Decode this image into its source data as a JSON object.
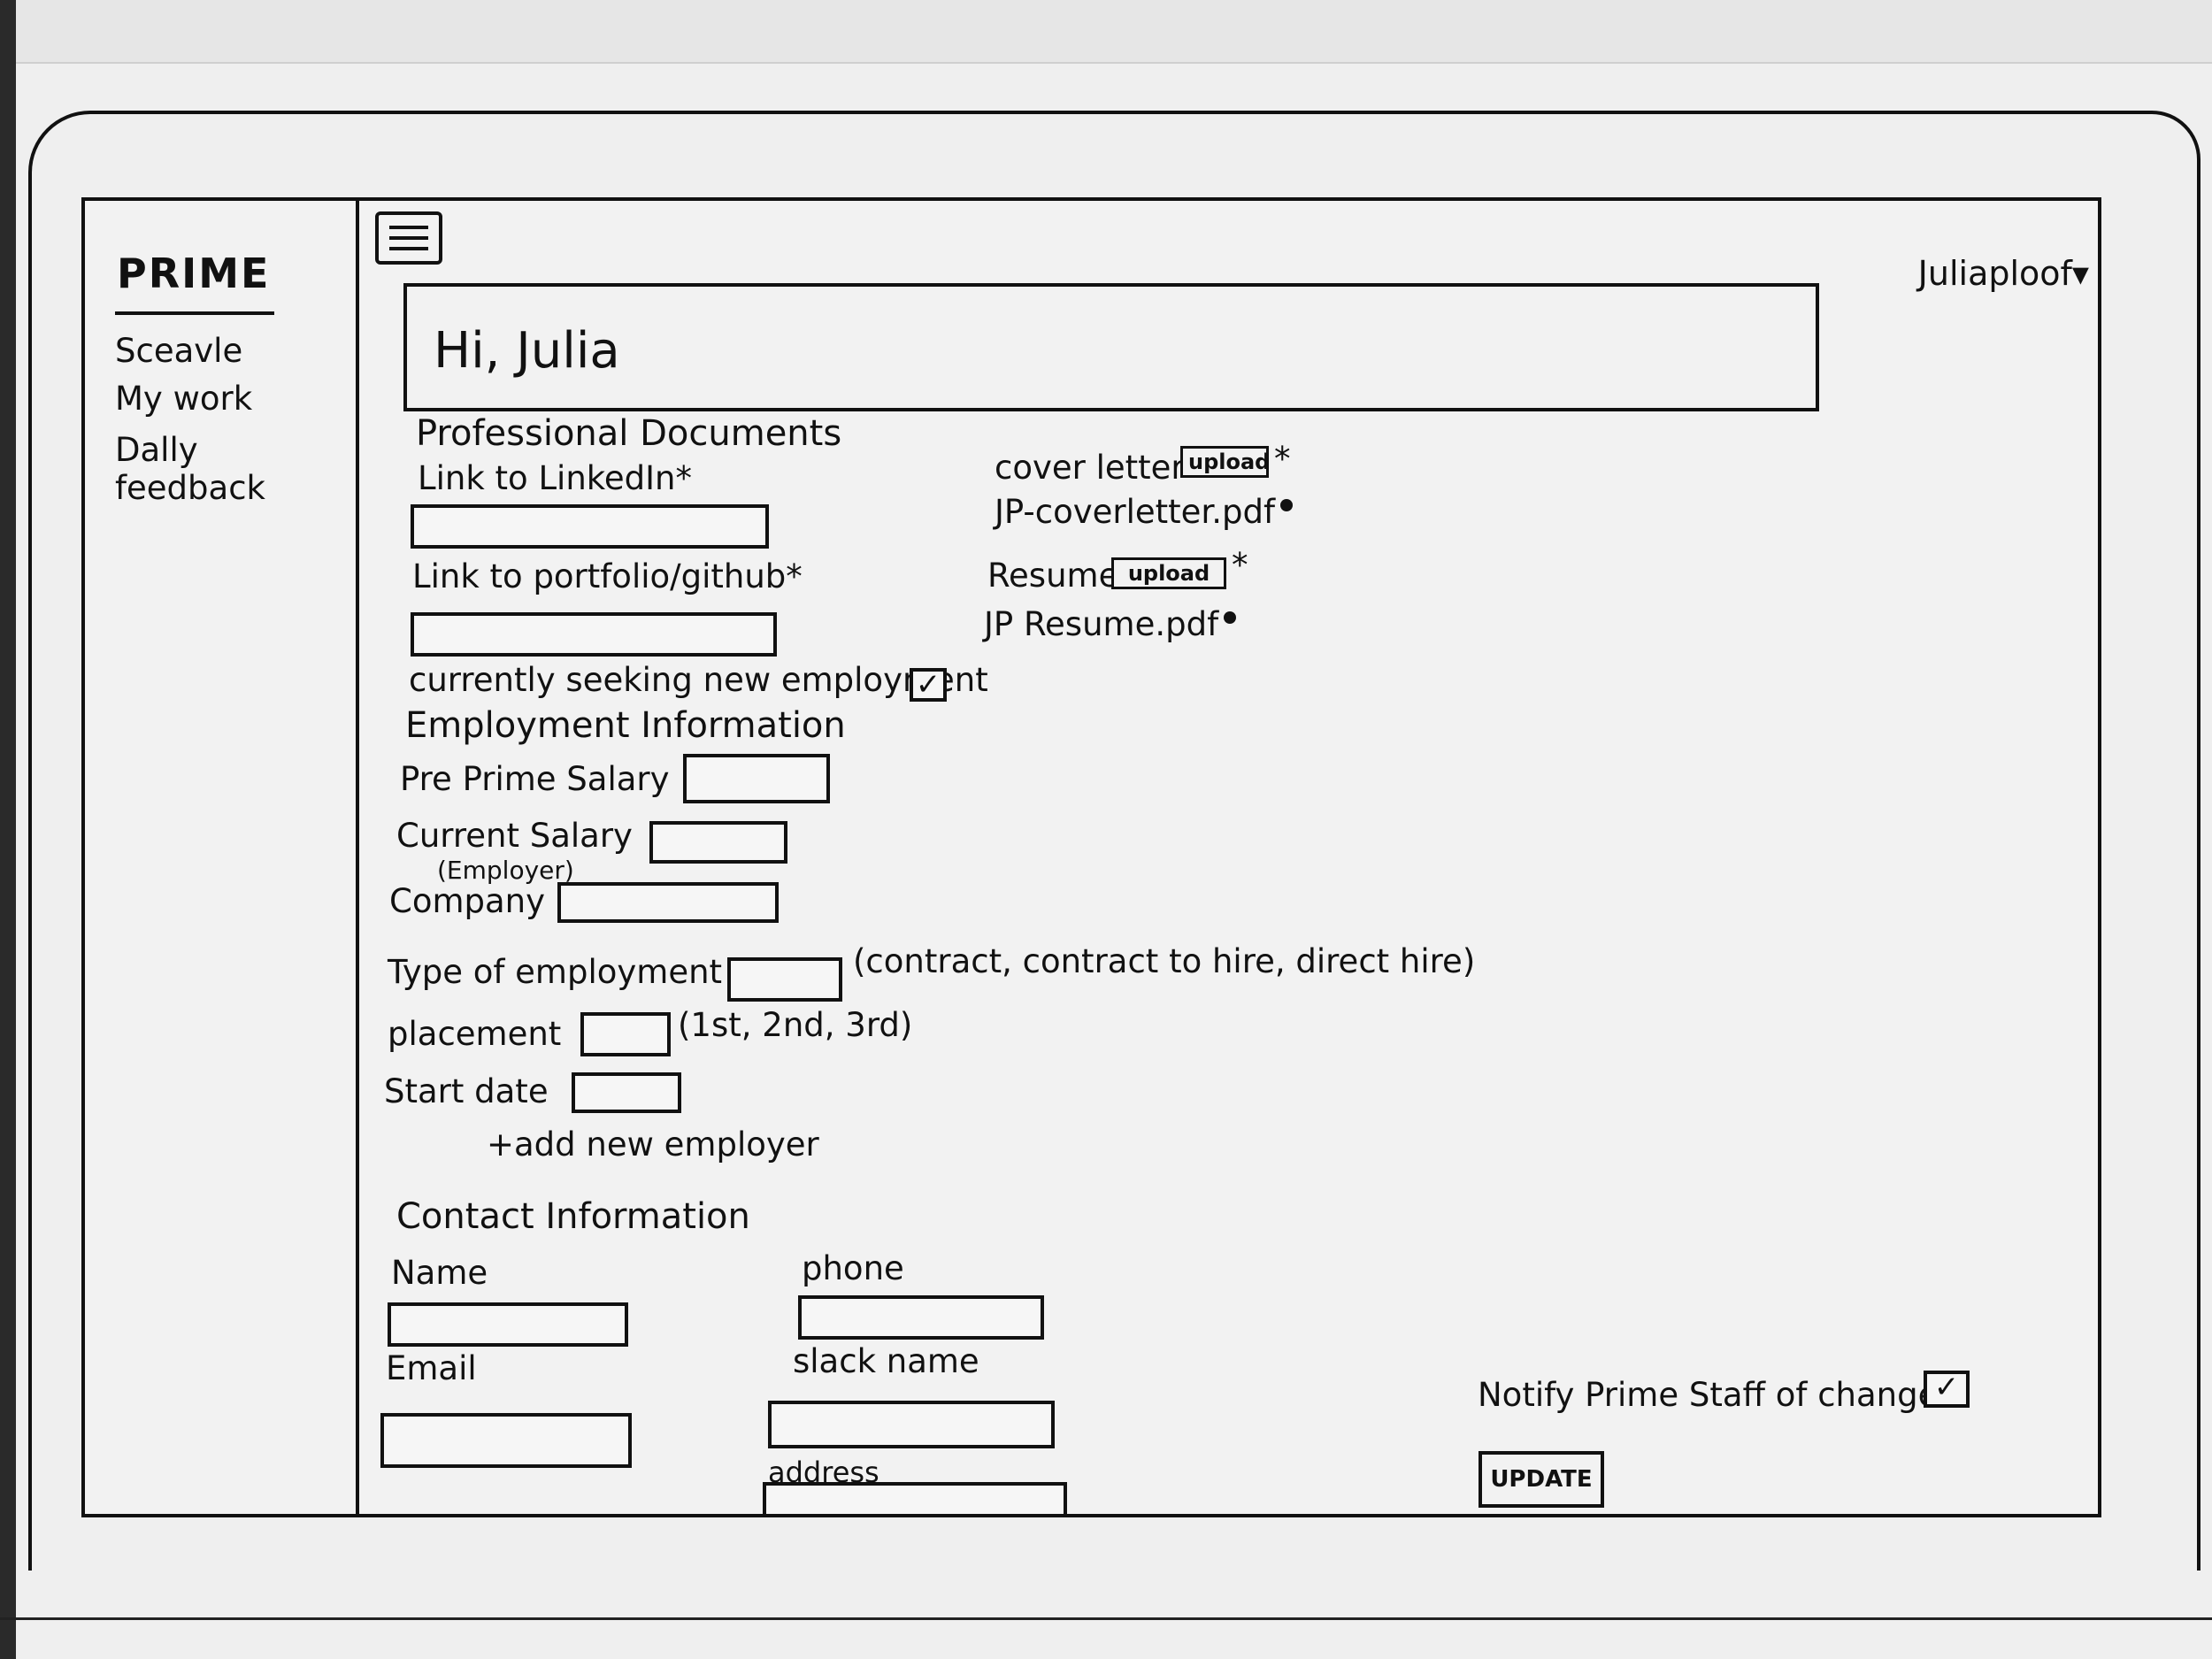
{
  "sidebar": {
    "brand": "PRIME",
    "items": [
      {
        "label": "Sceavle"
      },
      {
        "label": "My work"
      },
      {
        "label": "Dally feedback"
      }
    ]
  },
  "header": {
    "user": "Juliaploof▾",
    "greeting": "Hi, Julia"
  },
  "documents": {
    "title": "Professional Documents",
    "linkedin_label": "Link to LinkedIn*",
    "portfolio_label": "Link to portfolio/github*",
    "cover_letter_label": "cover letter",
    "cover_letter_upload": "upload",
    "cover_letter_required": "*",
    "cover_letter_file": "JP-coverletter.pdf",
    "resume_label": "Resume",
    "resume_upload": "upload",
    "resume_required": "*",
    "resume_file": "JP Resume.pdf",
    "seeking_label": "currently seeking new employment",
    "seeking_checked": "✓"
  },
  "employment": {
    "title": "Employment Information",
    "pre_salary_label": "Pre Prime Salary",
    "current_salary_label": "Current Salary",
    "employer_note": "(Employer)",
    "company_label": "Company",
    "type_label": "Type of employment",
    "type_hint": "(contract, contract to hire, direct hire)",
    "placement_label": "placement",
    "placement_hint": "(1st, 2nd, 3rd)",
    "start_label": "Start date",
    "add_employer": "+add new employer"
  },
  "contact": {
    "title": "Contact Information",
    "name_label": "Name",
    "phone_label": "phone",
    "email_label": "Email",
    "slack_label": "slack name",
    "address_label": "address"
  },
  "footer": {
    "notify_label": "Notify Prime Staff of changes",
    "notify_checked": "✓",
    "update_label": "UPDATE"
  }
}
